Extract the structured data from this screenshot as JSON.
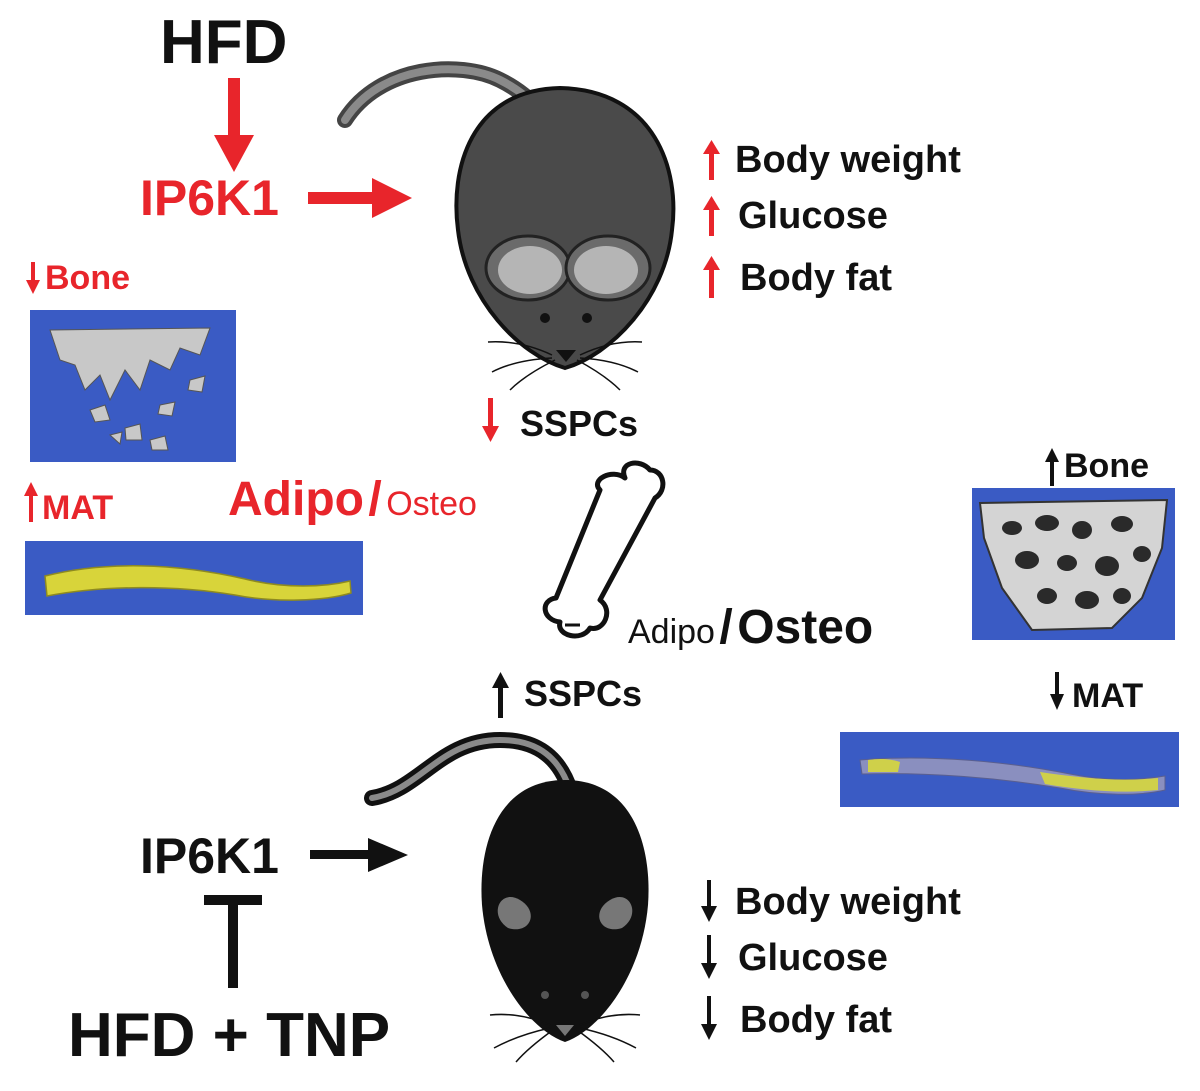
{
  "colors": {
    "red": "#e8252b",
    "black": "#111111",
    "scan_blue": "#3a5bc4",
    "fat_yellow": "#d8d43a"
  },
  "top": {
    "hfd": "HFD",
    "ip6k1": "IP6K1",
    "effects": [
      "Body weight",
      "Glucose",
      "Body fat"
    ],
    "sspcs": "SSPCs",
    "bone_label": "Bone",
    "mat_label": "MAT",
    "adipo": "Adipo",
    "slash": "/",
    "osteo": "Osteo"
  },
  "bottom": {
    "ip6k1": "IP6K1",
    "treatment": "HFD + TNP",
    "effects": [
      "Body weight",
      "Glucose",
      "Body fat"
    ],
    "sspcs": "SSPCs",
    "bone_label": "Bone",
    "mat_label": "MAT",
    "adipo": "Adipo",
    "slash": "/",
    "osteo": "Osteo"
  },
  "icons": {
    "up": "up-arrow-icon",
    "down": "down-arrow-icon",
    "right": "right-arrow-icon",
    "inhibit": "inhibition-bar-icon",
    "mouse_gray": "gray-mouse-icon",
    "mouse_black": "black-mouse-icon",
    "femur": "femur-bone-icon"
  }
}
